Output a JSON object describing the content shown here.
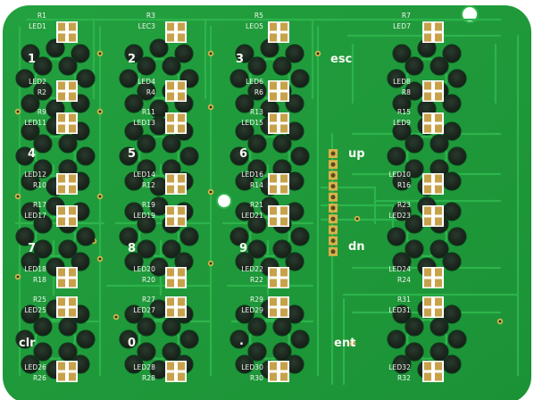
{
  "board": {
    "color_board": "#1f9a3a",
    "color_trace": "#2db44c",
    "color_pad": "#1c2a1f",
    "color_pad_edge": "#0f3a1c",
    "color_silk": "#f3f6ee",
    "color_gold": "#d9b24a",
    "color_background": "#ffffff"
  },
  "keys": [
    {
      "name": "key-1",
      "text": "1"
    },
    {
      "name": "key-2",
      "text": "2"
    },
    {
      "name": "key-3",
      "text": "3"
    },
    {
      "name": "key-esc",
      "text": "esc"
    },
    {
      "name": "key-4",
      "text": "4"
    },
    {
      "name": "key-5",
      "text": "5"
    },
    {
      "name": "key-6",
      "text": "6"
    },
    {
      "name": "key-up",
      "text": "up"
    },
    {
      "name": "key-7",
      "text": "7"
    },
    {
      "name": "key-8",
      "text": "8"
    },
    {
      "name": "key-9",
      "text": "9"
    },
    {
      "name": "key-dn",
      "text": "dn"
    },
    {
      "name": "key-clr",
      "text": "clr"
    },
    {
      "name": "key-0",
      "text": "0"
    },
    {
      "name": "key-dot",
      "text": "."
    },
    {
      "name": "key-ent",
      "text": "ent"
    }
  ],
  "designators": [
    {
      "text": "R1",
      "align": "r"
    },
    {
      "text": "LED1",
      "align": "r"
    },
    {
      "text": "R3",
      "align": "r"
    },
    {
      "text": "LEC3",
      "align": "r"
    },
    {
      "text": "R5",
      "align": "r"
    },
    {
      "text": "LEO5",
      "align": "r"
    },
    {
      "text": "R7",
      "align": "r"
    },
    {
      "text": "LED7",
      "align": "r"
    },
    {
      "text": "LED2",
      "align": "r"
    },
    {
      "text": "R2",
      "align": "r"
    },
    {
      "text": "LED4",
      "align": "l"
    },
    {
      "text": "R4",
      "align": "l"
    },
    {
      "text": "LED6",
      "align": "l"
    },
    {
      "text": "R6",
      "align": "l"
    },
    {
      "text": "LED8",
      "align": "l"
    },
    {
      "text": "R8",
      "align": "l"
    },
    {
      "text": "R9",
      "align": "r"
    },
    {
      "text": "LED11",
      "align": "r"
    },
    {
      "text": "R11",
      "align": "r"
    },
    {
      "text": "LED13",
      "align": "r"
    },
    {
      "text": "R13",
      "align": "l"
    },
    {
      "text": "LED15",
      "align": "l"
    },
    {
      "text": "R15",
      "align": "l"
    },
    {
      "text": "LED9",
      "align": "l"
    },
    {
      "text": "LED12",
      "align": "r"
    },
    {
      "text": "R10",
      "align": "r"
    },
    {
      "text": "LED14",
      "align": "l"
    },
    {
      "text": "R12",
      "align": "l"
    },
    {
      "text": "LED16",
      "align": "l"
    },
    {
      "text": "R14",
      "align": "l"
    },
    {
      "text": "LED10",
      "align": "l"
    },
    {
      "text": "R16",
      "align": "l"
    },
    {
      "text": "R17",
      "align": "r"
    },
    {
      "text": "LED17",
      "align": "r"
    },
    {
      "text": "R19",
      "align": "l"
    },
    {
      "text": "LED19",
      "align": "l"
    },
    {
      "text": "R21",
      "align": "l"
    },
    {
      "text": "LED21",
      "align": "l"
    },
    {
      "text": "R23",
      "align": "l"
    },
    {
      "text": "LED23",
      "align": "l"
    },
    {
      "text": "LED18",
      "align": "r"
    },
    {
      "text": "R18",
      "align": "r"
    },
    {
      "text": "LED20",
      "align": "l"
    },
    {
      "text": "R20",
      "align": "l"
    },
    {
      "text": "LED22",
      "align": "l"
    },
    {
      "text": "R22",
      "align": "l"
    },
    {
      "text": "LED24",
      "align": "l"
    },
    {
      "text": "R24",
      "align": "l"
    },
    {
      "text": "R25",
      "align": "r"
    },
    {
      "text": "LED25",
      "align": "r"
    },
    {
      "text": "R27",
      "align": "l"
    },
    {
      "text": "LED27",
      "align": "l"
    },
    {
      "text": "R29",
      "align": "l"
    },
    {
      "text": "LED29",
      "align": "l"
    },
    {
      "text": "R31",
      "align": "l"
    },
    {
      "text": "LED31",
      "align": "l"
    },
    {
      "text": "LED26",
      "align": "r"
    },
    {
      "text": "R26",
      "align": "r"
    },
    {
      "text": "LED28",
      "align": "l"
    },
    {
      "text": "R28",
      "align": "l"
    },
    {
      "text": "LED30",
      "align": "l"
    },
    {
      "text": "R30",
      "align": "l"
    },
    {
      "text": "LED32",
      "align": "l"
    },
    {
      "text": "R32",
      "align": "l"
    }
  ]
}
